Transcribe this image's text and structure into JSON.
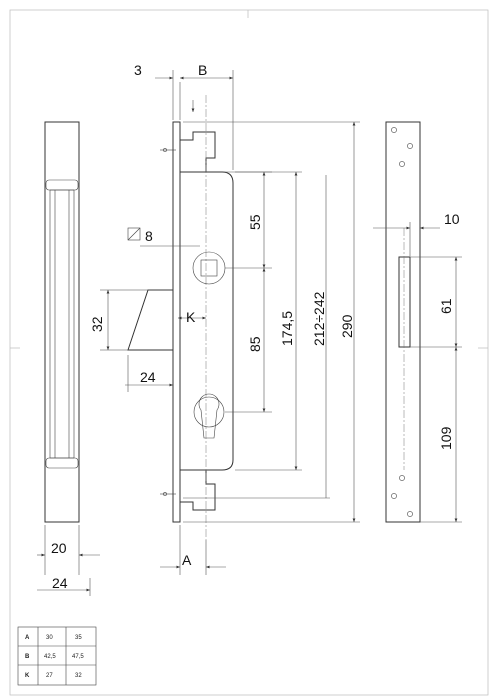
{
  "dimensions": {
    "d_3": "3",
    "d_B": "B",
    "d_8": "8",
    "d_55": "55",
    "d_32": "32",
    "d_K": "K",
    "d_85": "85",
    "d_174": "174,5",
    "d_212": "212÷242",
    "d_290": "290",
    "d_24_bolt": "24",
    "d_A": "A",
    "d_10": "10",
    "d_61": "61",
    "d_109": "109",
    "d_20": "20",
    "d_24_front": "24"
  },
  "table": {
    "rows": [
      {
        "label": "A",
        "v1": "30",
        "v2": "35"
      },
      {
        "label": "B",
        "v1": "42,5",
        "v2": "47,5"
      },
      {
        "label": "K",
        "v1": "27",
        "v2": "32"
      }
    ]
  },
  "colors": {
    "line": "#333333",
    "frame": "#bbbbbb"
  }
}
